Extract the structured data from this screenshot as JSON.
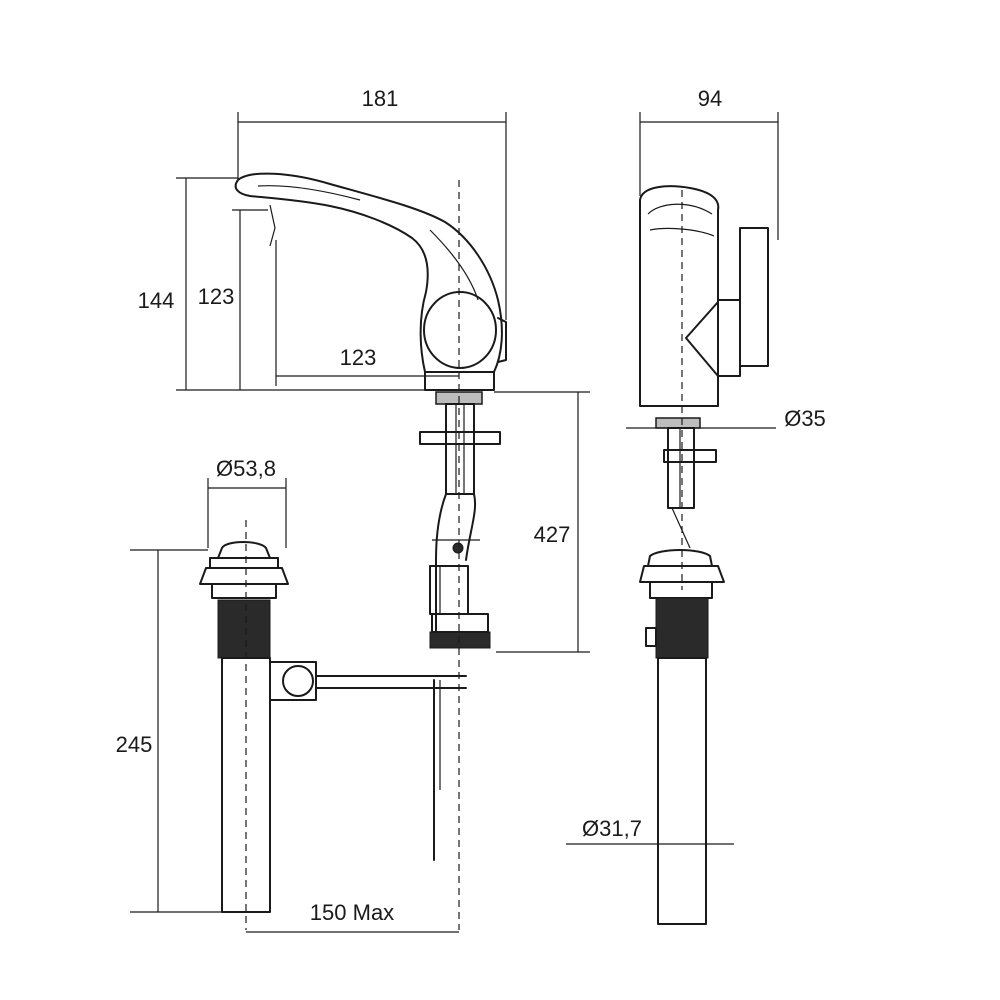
{
  "dimensions": {
    "spout_length": "181",
    "side_depth": "94",
    "total_height": "144",
    "outlet_height": "123",
    "spout_reach": "123",
    "inlet_diameter": "Ø35",
    "shank_length": "427",
    "waste_top_diameter": "Ø53,8",
    "waste_height": "245",
    "tailpiece_diameter": "Ø31,7",
    "rod_distance": "150 Max"
  },
  "colors": {
    "line": "#1a1a1a",
    "background": "#ffffff"
  }
}
